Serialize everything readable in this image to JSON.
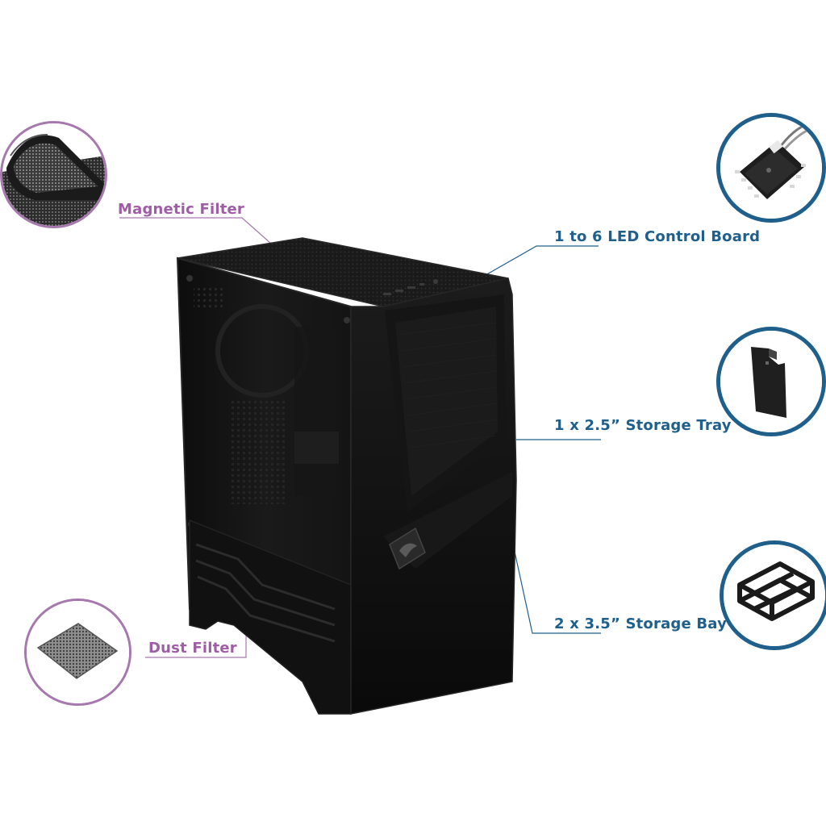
{
  "labels": {
    "magnetic_filter": "Magnetic Filter",
    "dust_filter": "Dust Filter",
    "led_control_board": "1 to 6 LED Control Board",
    "storage_tray": "1 x 2.5” Storage Tray",
    "storage_bay": "2 x 3.5” Storage Bay"
  },
  "colors": {
    "left_accent": "#a05ca6",
    "left_circle_border": "#a678ad",
    "right_accent": "#1f5f8b",
    "case_black": "#111111"
  },
  "icons": [
    "magnetic-filter-icon",
    "dust-filter-icon",
    "led-control-board-icon",
    "storage-tray-icon",
    "storage-bay-icon",
    "pc-case-image",
    "msi-dragon-logo"
  ]
}
